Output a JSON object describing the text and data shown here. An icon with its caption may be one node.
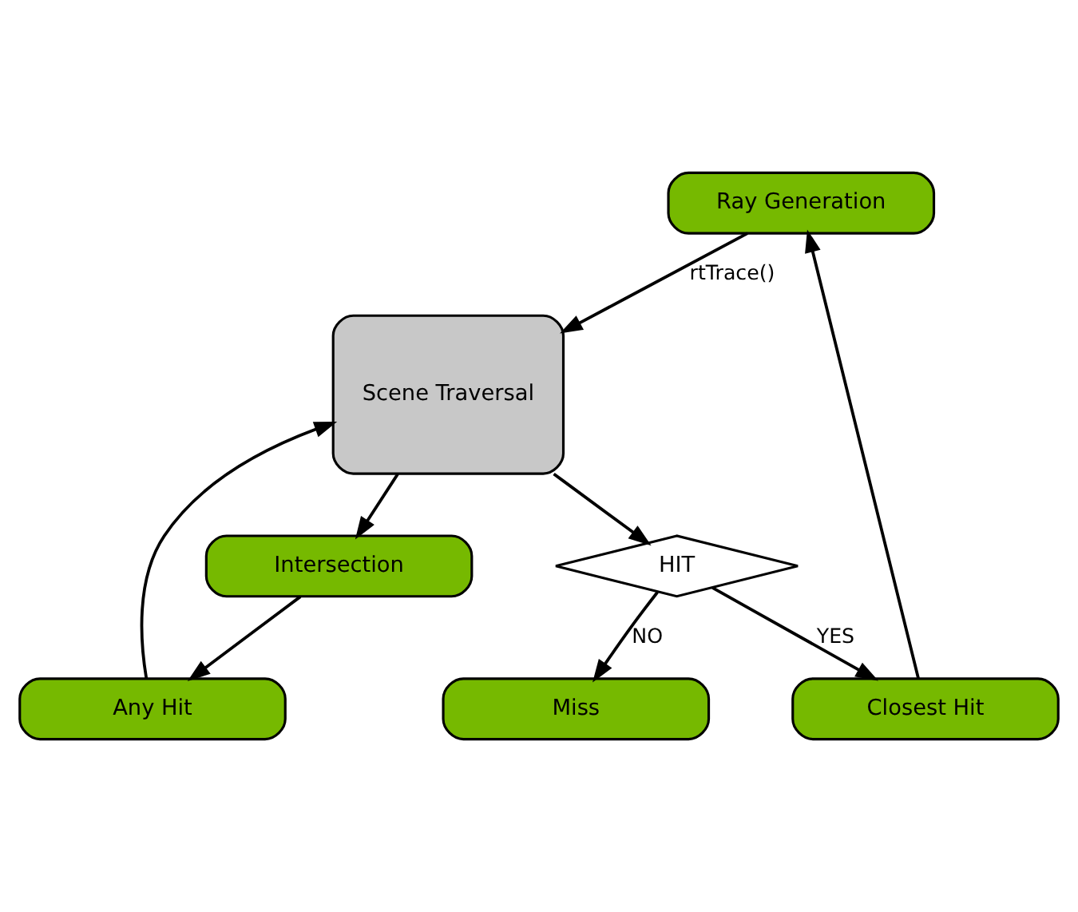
{
  "diagram": {
    "nodes": [
      {
        "text": [
          "Ray Generation"
        ]
      },
      {
        "text": [
          "Scene Traversal"
        ]
      },
      {
        "text": [
          "Any Hit"
        ]
      },
      {
        "text": [
          "Intersection"
        ]
      },
      {
        "text": [
          "HIT"
        ]
      },
      {
        "text": [
          "Miss"
        ]
      },
      {
        "text": [
          "Closest Hit"
        ]
      }
    ],
    "edges": [
      {
        "from": 0,
        "to": 1,
        "arrow": "to",
        "label": "rtTrace()"
      },
      {
        "from": 1,
        "to": 3,
        "arrow": "to"
      },
      {
        "from": 3,
        "to": 2,
        "arrow": "to"
      },
      {
        "from": 2,
        "to": 1,
        "arrow": "to"
      },
      {
        "from": 1,
        "to": 4,
        "arrow": "to"
      },
      {
        "from": 4,
        "to": 5,
        "arrow": "to",
        "label": "NO"
      },
      {
        "from": 4,
        "to": 6,
        "arrow": "to",
        "label": "YES"
      },
      {
        "from": 6,
        "to": 0,
        "arrow": "to"
      }
    ]
  }
}
